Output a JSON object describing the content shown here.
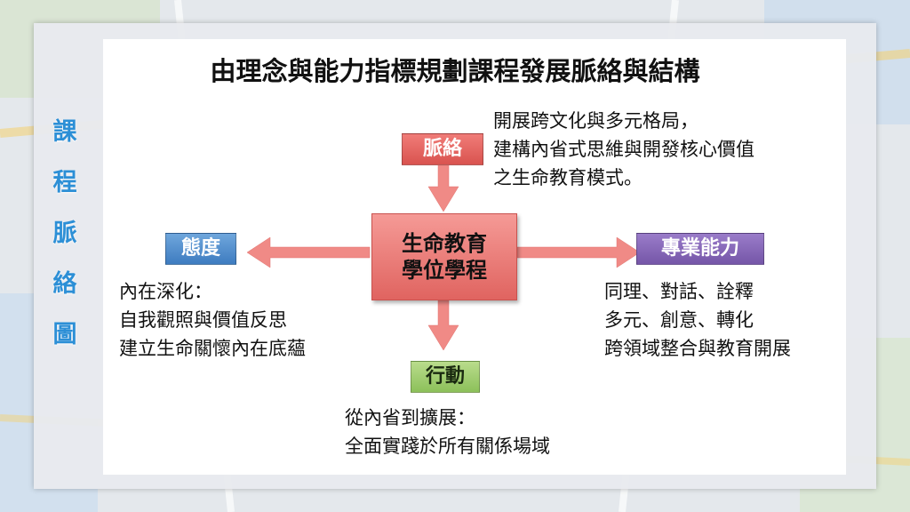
{
  "side_title": "課程脈絡圖",
  "title": "由理念與能力指標規劃課程發展脈絡與結構",
  "center": {
    "line1": "生命教育",
    "line2": "學位學程"
  },
  "nodes": {
    "top": {
      "label": "脈絡",
      "lines": [
        "開展跨文化與多元格局，",
        "建構內省式思維與開發核心價值",
        "之生命教育模式。"
      ]
    },
    "left": {
      "label": "態度",
      "lines": [
        "內在深化：",
        "自我觀照與價值反思",
        "建立生命關懷內在底蘊"
      ]
    },
    "right": {
      "label": "專業能力",
      "lines": [
        "同理、對話、詮釋",
        "多元、創意、轉化",
        "跨領域整合與教育開展"
      ]
    },
    "bottom": {
      "label": "行動",
      "lines": [
        "從內省到擴展：",
        "全面實踐於所有關係場域"
      ]
    }
  },
  "colors": {
    "arrow": "#f08a86",
    "side_title": "#2c8fd6",
    "red_tag": "#d9534f",
    "blue_tag": "#3e7cc0",
    "purple_tag": "#7556a8",
    "green_tag": "#8cc05a"
  }
}
